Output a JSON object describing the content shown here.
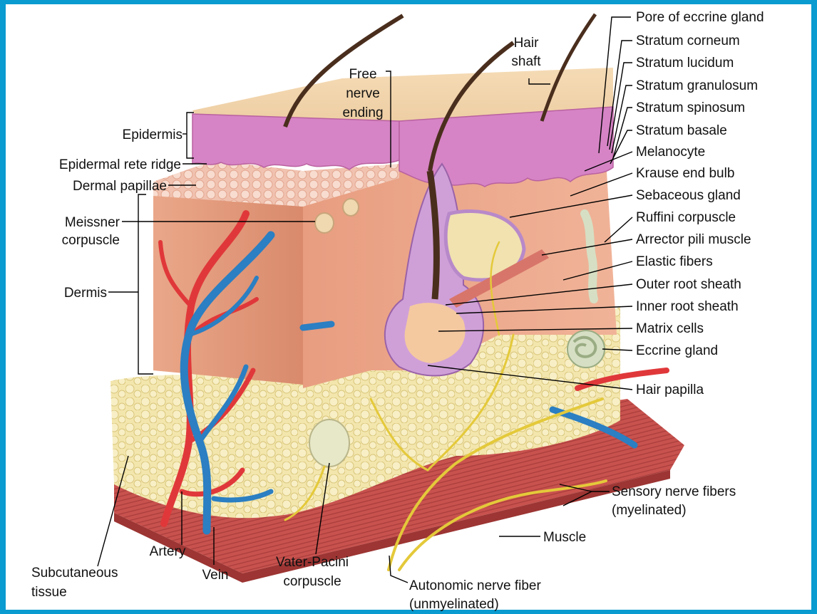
{
  "colors": {
    "frame": "#0a9bd0",
    "background": "#ffffff",
    "epidermis": "#d684c6",
    "dermis": "#e79e7e",
    "subcutaneous_fat": "#f3e6ad",
    "muscle": "#c8524e",
    "artery": "#e0383a",
    "vein": "#2b7fc2",
    "nerve": "#e4c93a",
    "hair": "#4a2e1d"
  },
  "labels": {
    "hair_shaft": [
      "Hair",
      "shaft"
    ],
    "free_nerve_ending": [
      "Free",
      "nerve",
      "ending"
    ],
    "epidermis": "Epidermis",
    "epidermal_rete_ridge": "Epidermal rete ridge",
    "dermal_papillae": "Dermal papillae",
    "meissner_corpuscle": [
      "Meissner",
      "corpuscle"
    ],
    "dermis": "Dermis",
    "pore_of_eccrine_gland": "Pore of eccrine gland",
    "stratum_corneum": "Stratum corneum",
    "stratum_lucidum": "Stratum lucidum",
    "stratum_granulosum": "Stratum granulosum",
    "stratum_spinosum": "Stratum spinosum",
    "stratum_basale": "Stratum basale",
    "melanocyte": "Melanocyte",
    "krause_end_bulb": "Krause end bulb",
    "sebaceous_gland": "Sebaceous gland",
    "ruffini_corpuscle": "Ruffini corpuscle",
    "arrector_pili_muscle": "Arrector pili muscle",
    "elastic_fibers": "Elastic fibers",
    "outer_root_sheath": "Outer root sheath",
    "inner_root_sheath": "Inner root sheath",
    "matrix_cells": "Matrix cells",
    "eccrine_gland": "Eccrine gland",
    "hair_papilla": "Hair papilla",
    "sensory_nerve_fibers": [
      "Sensory nerve fibers",
      "(myelinated)"
    ],
    "muscle": "Muscle",
    "autonomic_nerve_fiber": [
      "Autonomic nerve fiber",
      "(unmyelinated)"
    ],
    "vater_pacini_corpuscle": [
      "Vater-Pacini",
      "corpuscle"
    ],
    "artery": "Artery",
    "vein": "Vein",
    "subcutaneous_tissue": [
      "Subcutaneous",
      "tissue"
    ]
  }
}
